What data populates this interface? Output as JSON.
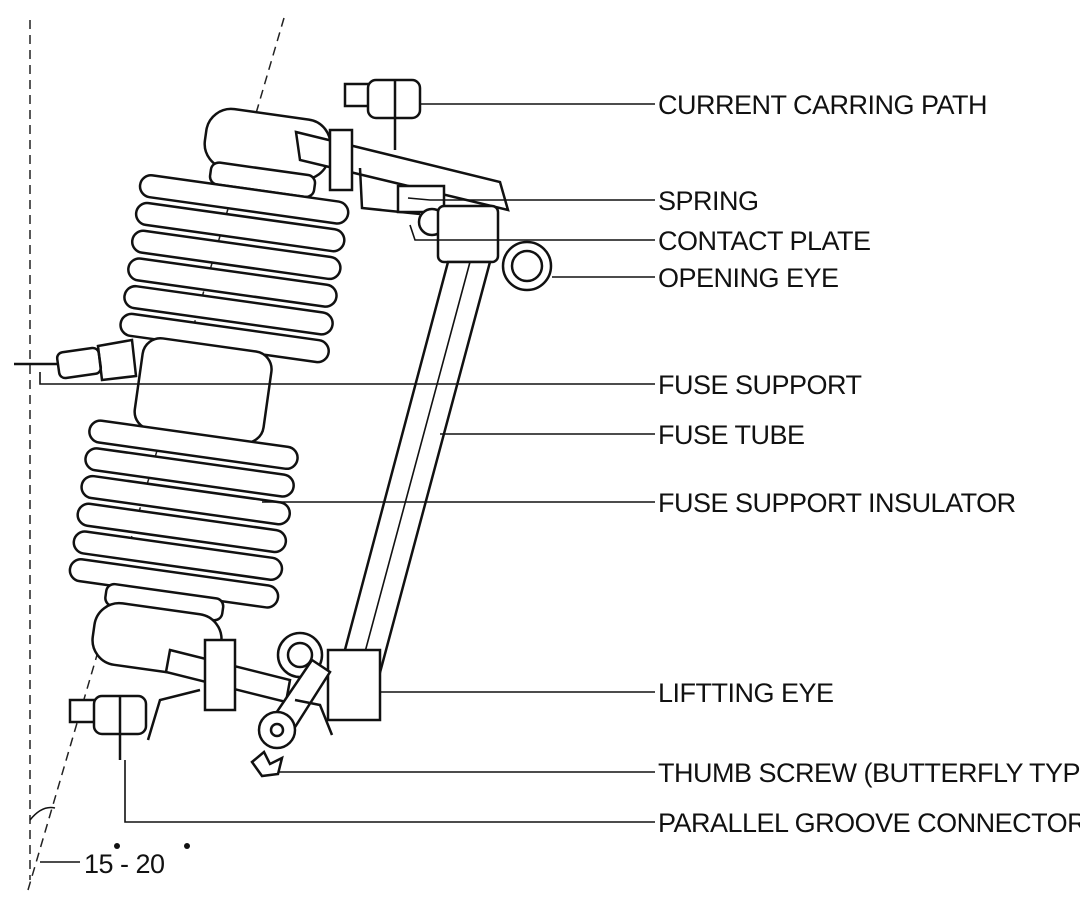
{
  "labels": {
    "current_carring_path": "CURRENT CARRING PATH",
    "spring": "SPRING",
    "contact_plate": "CONTACT PLATE",
    "opening_eye": "OPENING EYE",
    "fuse_support": "FUSE SUPPORT",
    "fuse_tube": "FUSE TUBE",
    "fuse_support_insulator": "FUSE SUPPORT INSULATOR",
    "liftting_eye": "LIFTTING EYE",
    "thumb_screw": "THUMB SCREW (BUTTERFLY TYPE)",
    "parallel_groove_connector": "PARALLEL GROOVE CONNECTOR"
  },
  "angle": {
    "text": "15 - 20"
  },
  "colors": {
    "ink": "#111111",
    "paper": "#ffffff"
  }
}
